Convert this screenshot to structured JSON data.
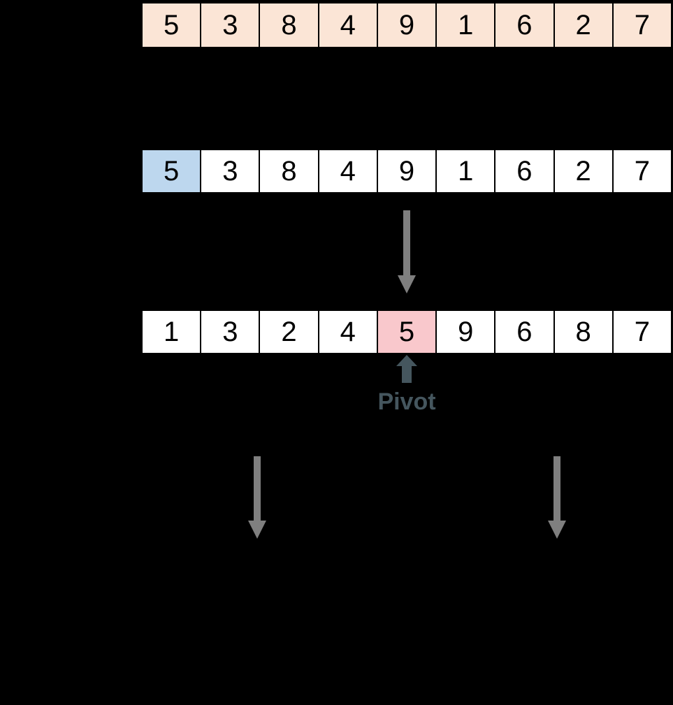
{
  "colors": {
    "background": "#000000",
    "original-cell": "#FBE5D6",
    "plain-cell": "#FFFFFF",
    "selected-cell": "#BDD7EE",
    "pivot-cell": "#F9C8CC",
    "arrow": "#7F7F7F",
    "pivot-accent": "#45565E",
    "digit": "#000000"
  },
  "arrays": {
    "original": {
      "values": [
        5,
        3,
        8,
        4,
        9,
        1,
        6,
        2,
        7
      ]
    },
    "selection": {
      "values": [
        5,
        3,
        8,
        4,
        9,
        1,
        6,
        2,
        7
      ],
      "highlight_index": 0
    },
    "partitioned": {
      "values": [
        1,
        3,
        2,
        4,
        5,
        9,
        6,
        8,
        7
      ],
      "highlight_index": 4
    }
  },
  "labels": {
    "pivot": "Pivot"
  },
  "icons": {
    "flow_arrow": "down-arrow",
    "pivot_pointer": "up-arrow",
    "left_branch": "down-arrow",
    "right_branch": "down-arrow"
  }
}
